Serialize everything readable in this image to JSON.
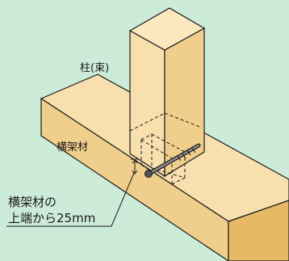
{
  "labels": {
    "post": "柱(束)",
    "beam": "横架材",
    "note_line1": "横架材の",
    "note_line2": "上端から25mm"
  },
  "colors": {
    "background": "#cdebd9",
    "wood_face_light": "#f7dfae",
    "wood_face_mid": "#f0cf8c",
    "wood_face_dark": "#e6b965",
    "outline": "#1a1a1a",
    "screw": "#555555"
  }
}
